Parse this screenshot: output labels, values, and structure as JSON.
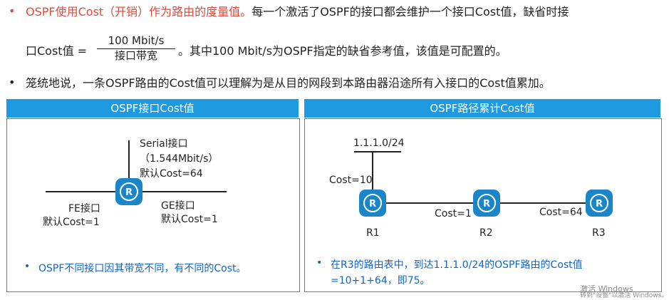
{
  "intro": {
    "p1_red": "OSPF使用Cost（开销）作为路由的度量值。",
    "p1_rest": "每一个激活了OSPF的接口都会维护一个接口Cost值，缺省时接",
    "p1_line2_prefix": "口Cost值 = ",
    "fraction_numerator": "100 Mbit/s",
    "fraction_denominator": "接口带宽",
    "p1_line2_suffix": "。其中100 Mbit/s为OSPF指定的缺省参考值，该值是可配置的。",
    "p2": "笼统地说，一条OSPF路由的Cost值可以理解为是从目的网段到本路由器沿途所有入接口的Cost值累加。"
  },
  "left_panel": {
    "title": "OSPF接口Cost值",
    "serial_label": "Serial接口",
    "serial_bw": "（1.544Mbit/s）",
    "serial_cost": "默认Cost=64",
    "fe_label": "FE接口",
    "fe_cost": "默认Cost=1",
    "ge_label": "GE接口",
    "ge_cost": "默认Cost=1",
    "note": "OSPF不同接口因其带宽不同，有不同的Cost。"
  },
  "right_panel": {
    "title": "OSPF路径累计Cost值",
    "network": "1.1.1.0/24",
    "cost_r1": "Cost=10",
    "cost_r2": "Cost=1",
    "cost_r3": "Cost=64",
    "r1": "R1",
    "r2": "R2",
    "r3": "R3",
    "note_line1": "在R3的路由表中，到达1.1.1.0/24的OSPF路由的Cost值",
    "note_line2": "=10+1+64，即75。"
  },
  "watermark": {
    "line1": "激活 Windows",
    "line2": "转到\"设置\"以激活 Windows。"
  },
  "colors": {
    "accent_red": "#e04a3a",
    "header_blue": "#1e9be0",
    "note_blue": "#1565c0",
    "router_blue": "#1a86c8"
  }
}
